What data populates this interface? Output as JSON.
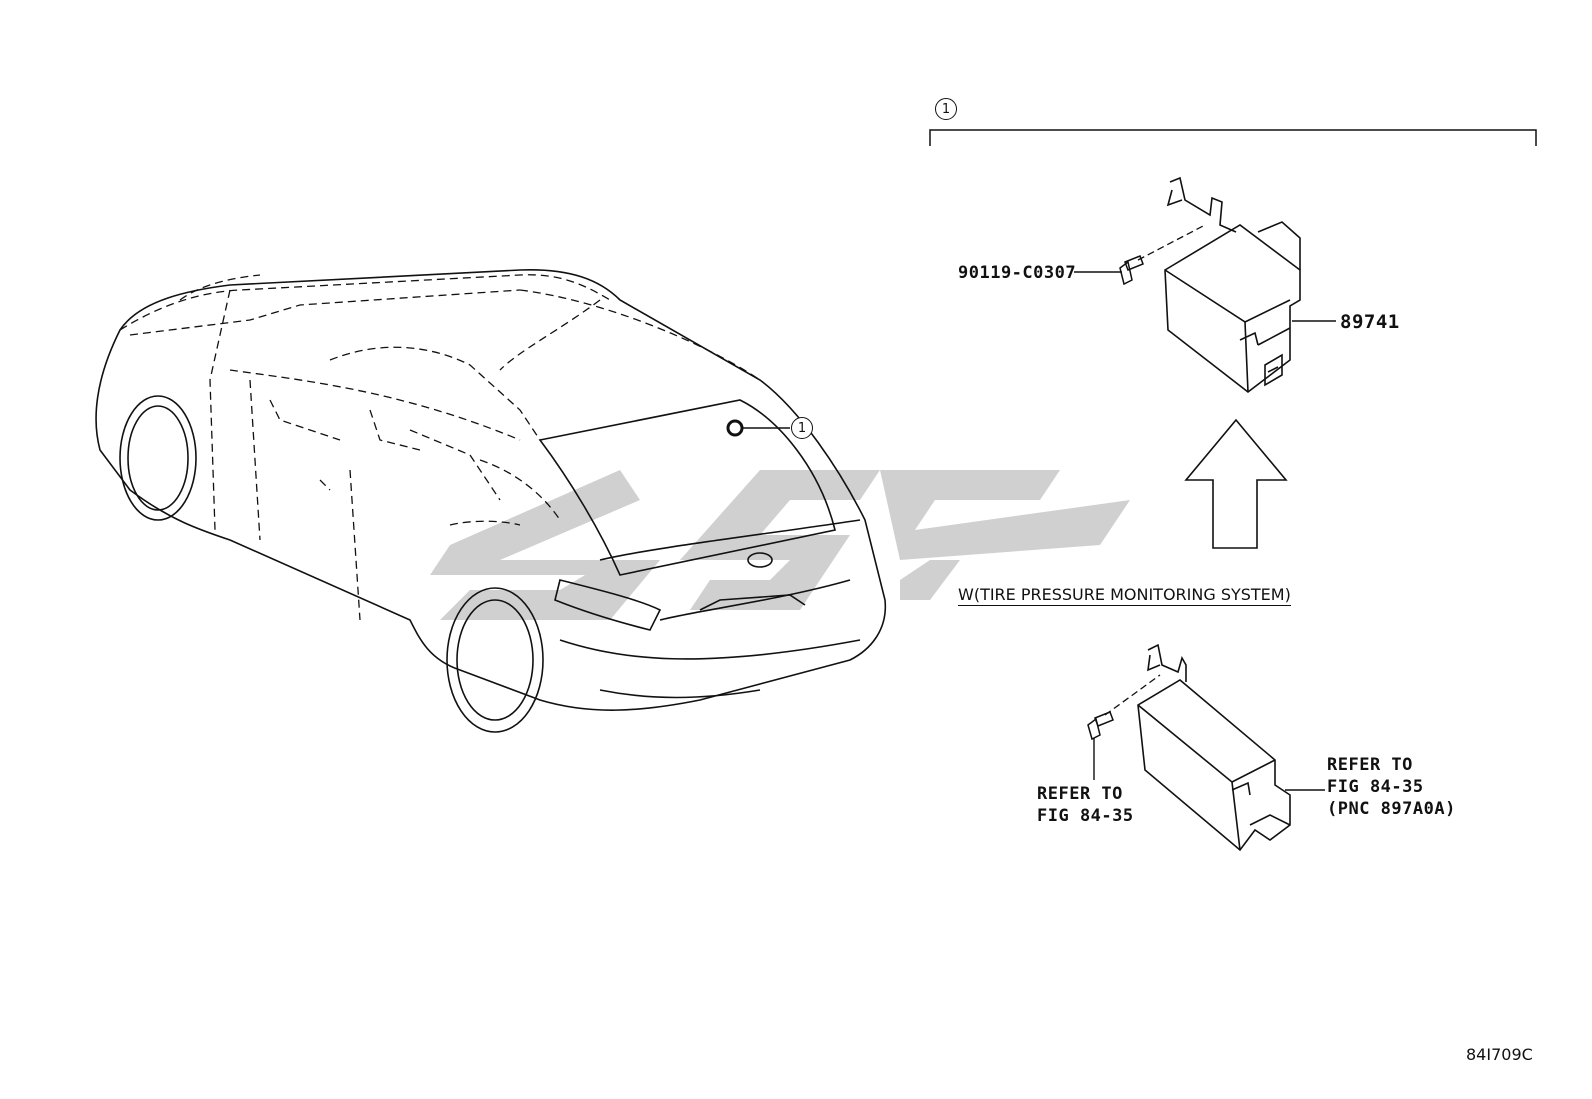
{
  "callouts": {
    "group_ref": "1",
    "car_ref": "1"
  },
  "parts": {
    "bolt": "90119-C0307",
    "module": "89741",
    "lower_bolt_ref": "REFER TO\nFIG 84-35",
    "lower_module_ref": "REFER TO\nFIG 84-35\n(PNC 897A0A)"
  },
  "condition": "W(TIRE PRESSURE MONITORING SYSTEM)",
  "figure_code": "84I709C",
  "watermark_color": "#c8c8c8"
}
